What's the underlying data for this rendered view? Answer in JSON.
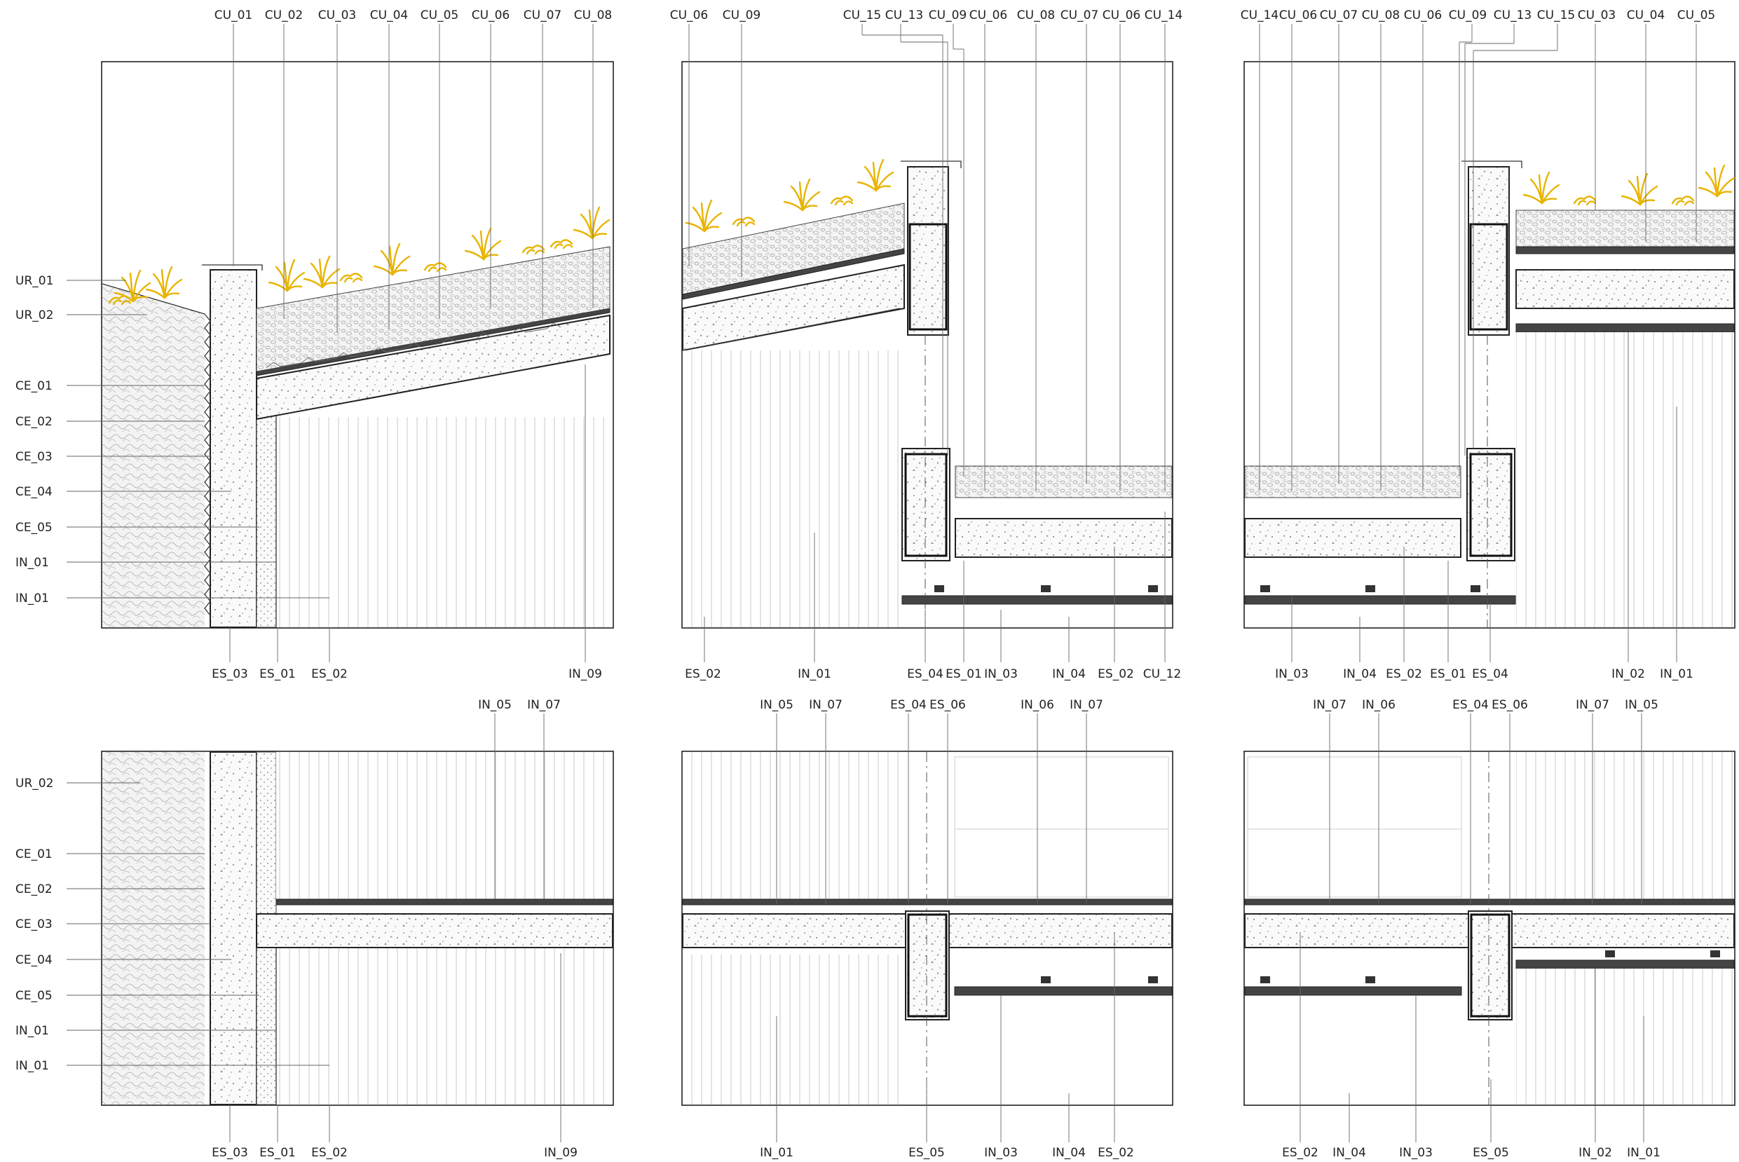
{
  "panels": [
    {
      "id": "p1",
      "top_labels": [
        "CU_01",
        "CU_02",
        "CU_03",
        "CU_04",
        "CU_05",
        "CU_06",
        "CU_07",
        "CU_08"
      ],
      "left_labels": [
        "UR_01",
        "UR_02",
        "CE_01",
        "CE_02",
        "CE_03",
        "CE_04",
        "CE_05",
        "IN_01",
        "IN_01"
      ],
      "bottom_labels": [
        "ES_03",
        "ES_01",
        "ES_02",
        "IN_09"
      ]
    },
    {
      "id": "p2",
      "top_labels": [
        "CU_06",
        "CU_09",
        "CU_15",
        "CU_13",
        "CU_09",
        "CU_06",
        "CU_08",
        "CU_07",
        "CU_06",
        "CU_14"
      ],
      "bottom_labels": [
        "ES_02",
        "IN_01",
        "ES_04",
        "ES_01",
        "IN_03",
        "IN_04",
        "ES_02",
        "CU_12"
      ]
    },
    {
      "id": "p3",
      "top_labels": [
        "CU_14",
        "CU_06",
        "CU_07",
        "CU_08",
        "CU_06",
        "CU_09",
        "CU_13",
        "CU_15",
        "CU_03",
        "CU_04",
        "CU_05"
      ],
      "bottom_labels": [
        "IN_03",
        "IN_04",
        "ES_02",
        "ES_01",
        "ES_04",
        "IN_02",
        "IN_01"
      ]
    },
    {
      "id": "p4",
      "top_labels": [
        "IN_05",
        "IN_07"
      ],
      "left_labels": [
        "UR_02",
        "CE_01",
        "CE_02",
        "CE_03",
        "CE_04",
        "CE_05",
        "IN_01",
        "IN_01"
      ],
      "bottom_labels": [
        "ES_03",
        "ES_01",
        "ES_02",
        "IN_09"
      ]
    },
    {
      "id": "p5",
      "top_labels": [
        "IN_05",
        "IN_07",
        "ES_04",
        "ES_06",
        "IN_06",
        "IN_07"
      ],
      "bottom_labels": [
        "IN_01",
        "ES_05",
        "IN_03",
        "IN_04",
        "ES_02"
      ]
    },
    {
      "id": "p6",
      "top_labels": [
        "IN_07",
        "IN_06",
        "ES_04",
        "ES_06",
        "IN_07",
        "IN_05"
      ],
      "bottom_labels": [
        "ES_02",
        "IN_04",
        "IN_03",
        "ES_05",
        "IN_02",
        "IN_01"
      ]
    }
  ],
  "colors": {
    "vegetation": "#f2c200",
    "line": "#222222"
  }
}
